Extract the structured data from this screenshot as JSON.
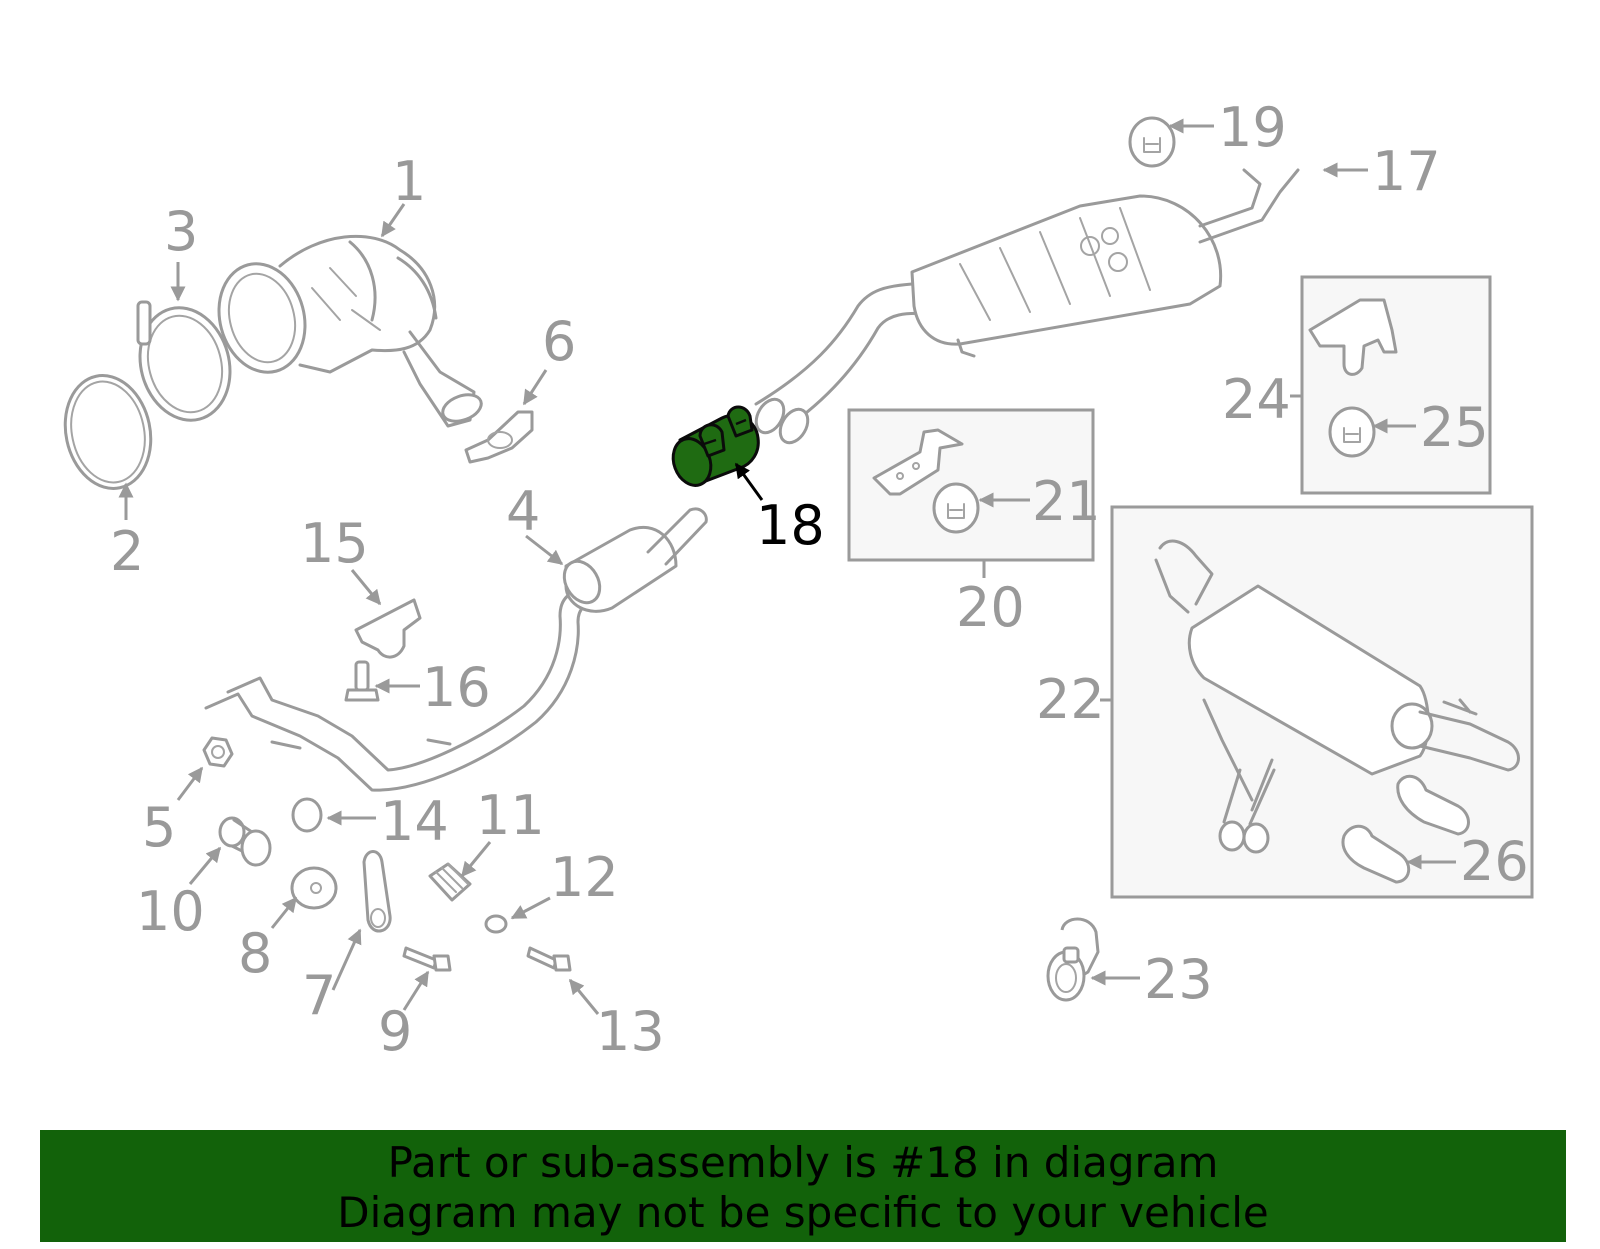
{
  "diagram": {
    "highlight_color": "#1f6b12",
    "highlighted_callout": "18",
    "callouts": [
      "1",
      "2",
      "3",
      "4",
      "5",
      "6",
      "7",
      "8",
      "9",
      "10",
      "11",
      "12",
      "13",
      "14",
      "15",
      "16",
      "17",
      "18",
      "19",
      "20",
      "21",
      "22",
      "23",
      "24",
      "25",
      "26"
    ]
  },
  "banner": {
    "line1": "Part or sub-assembly is #18 in diagram",
    "line2": "Diagram may not be specific to your vehicle",
    "background": "#12620a"
  }
}
